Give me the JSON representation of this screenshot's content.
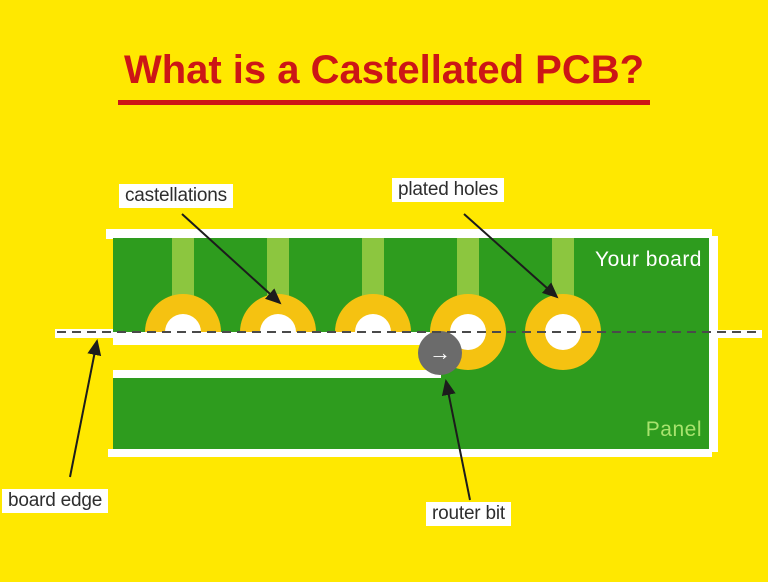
{
  "title": {
    "text": "What is a Castellated PCB?"
  },
  "diagram": {
    "labels": {
      "castellations": "castellations",
      "plated_holes": "plated holes",
      "your_board": "Your board",
      "panel": "Panel",
      "board_edge": "board edge",
      "router_bit": "router bit"
    },
    "router_bit": {
      "glyph": "→"
    },
    "pads": {
      "count": 5,
      "castellated": 3,
      "full_plated": 2
    }
  },
  "colors": {
    "bg_yellow": "#FFE800",
    "title_red": "#CC1616",
    "board_green": "#2E9C1E",
    "trace_green": "#8CC63F",
    "pad_orange": "#F5C211",
    "hole_white": "#FFFFFF",
    "router_gray": "#6B6B6B",
    "panel_label_green": "#A8E36E",
    "label_dark": "#2E2E2E",
    "dashed_line": "#4A4A4A",
    "arrow_black": "#1C1C1C"
  }
}
